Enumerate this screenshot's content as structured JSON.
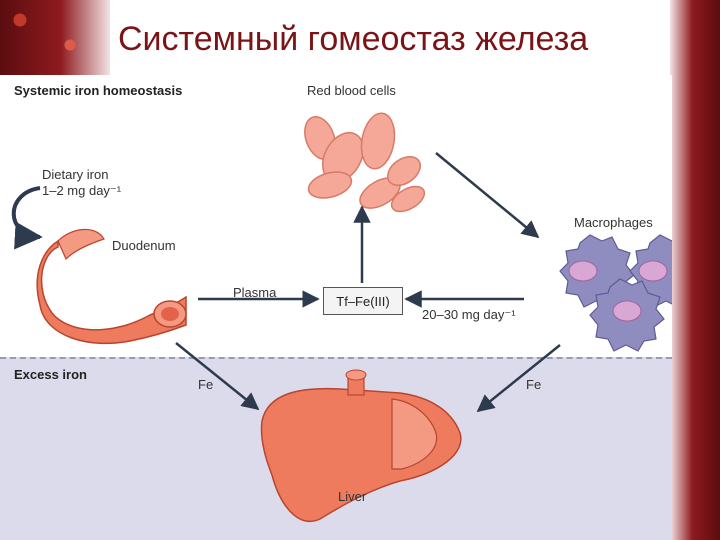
{
  "slide_title": "Системный гомеостаз железа",
  "section_top": "Systemic iron homeostasis",
  "section_bottom": "Excess iron",
  "labels": {
    "dietary_line1": "Dietary iron",
    "dietary_line2": "1–2 mg day⁻¹",
    "duodenum": "Duodenum",
    "red_blood_cells": "Red blood cells",
    "macrophages": "Macrophages",
    "plasma": "Plasma",
    "tf_complex": "Tf–Fe(III)",
    "recycle_rate": "20–30 mg day⁻¹",
    "fe_left": "Fe",
    "fe_right": "Fe",
    "liver": "Liver"
  },
  "colors": {
    "title": "#7a1416",
    "organ": "#ef7b5e",
    "organ_outline": "#b8452f",
    "rbc": "#f6a898",
    "macrophage": "#8f8cc0",
    "macrophage_nucleus": "#d9a7d4",
    "excess_band": "#dcdbeb",
    "arrow": "#2e3b4e"
  }
}
